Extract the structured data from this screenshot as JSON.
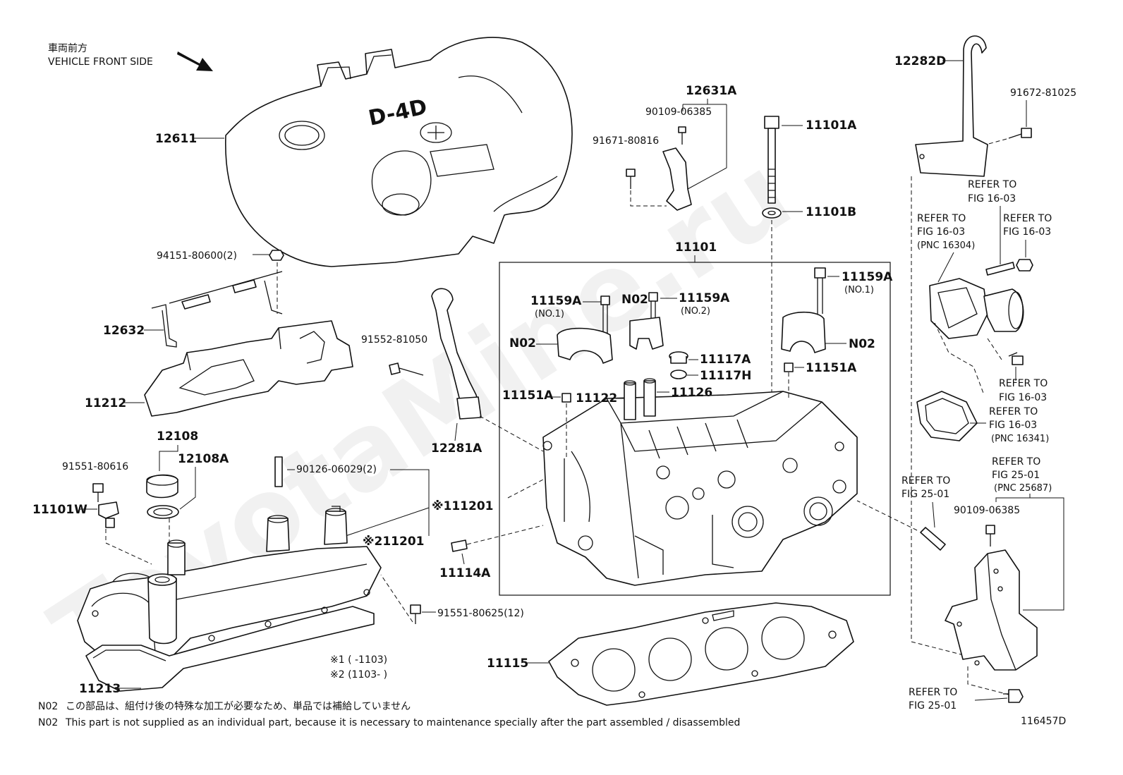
{
  "header": {
    "vehicle_front_jp": "車両前方",
    "vehicle_front_en": "VEHICLE FRONT SIDE"
  },
  "watermark": "ToyotaMine.ru",
  "cover_emblem": "D-4D",
  "labels": {
    "p12611": "12611",
    "p12631A": "12631A",
    "p90109_06385_top": "90109-06385",
    "p91671_80816": "91671-80816",
    "p11101A": "11101A",
    "p11101B": "11101B",
    "p11101": "11101",
    "p94151_80600": "94151-80600(2)",
    "p12632": "12632",
    "p11212": "11212",
    "p91552_81050": "91552-81050",
    "p12281A": "12281A",
    "p12108": "12108",
    "p12108A": "12108A",
    "p91551_80616": "91551-80616",
    "p11101W": "11101W",
    "p90126_06029": "90126-06029(2)",
    "p11201_1": "※111201",
    "p11201_2": "※211201",
    "p11114A": "11114A",
    "p91551_80625": "91551-80625(12)",
    "p11213": "11213",
    "p11115": "11115",
    "p11159A_l": "11159A",
    "p11159A_l_sub": "(NO.1)",
    "pN02_top": "N02",
    "p11159A_m": "11159A",
    "p11159A_m_sub": "(NO.2)",
    "p11159A_r": "11159A",
    "p11159A_r_sub": "(NO.1)",
    "pN02_l": "N02",
    "pN02_r": "N02",
    "p11117A": "11117A",
    "p11117H": "11117H",
    "p11151A_l": "11151A",
    "p11151A_r": "11151A",
    "p11122": "11122",
    "p11126": "11126",
    "p12282D": "12282D",
    "p91672_81025": "91672-81025",
    "p90109_06385_right": "90109-06385"
  },
  "refer_labels": {
    "r1_a": "REFER TO",
    "r1_b": "FIG 16-03",
    "r2_a": "REFER TO",
    "r2_b": "FIG 16-03",
    "r2_c": "(PNC 16304)",
    "r3_a": "REFER TO",
    "r3_b": "FIG 16-03",
    "r4_a": "REFER TO",
    "r4_b": "FIG 16-03",
    "r5_a": "REFER TO",
    "r5_b": "FIG 16-03",
    "r5_c": "(PNC 16341)",
    "r6_a": "REFER TO",
    "r6_b": "FIG 25-01",
    "r7_a": "REFER TO",
    "r7_b": "FIG 25-01",
    "r7_c": "(PNC 25687)",
    "r8_a": "REFER TO",
    "r8_b": "FIG 25-01"
  },
  "footnotes": {
    "serial_1": "※1 (      -1103)",
    "serial_2": "※2 (1103-      )"
  },
  "notes": {
    "jp_prefix": "N02",
    "jp_text": "この部品は、組付け後の特殊な加工が必要なため、単品では補給していません",
    "en_prefix": "N02",
    "en_text": "This part is not supplied as an individual part, because it is necessary to maintenance specially after the part assembled / disassembled"
  },
  "figure_id": "116457D"
}
